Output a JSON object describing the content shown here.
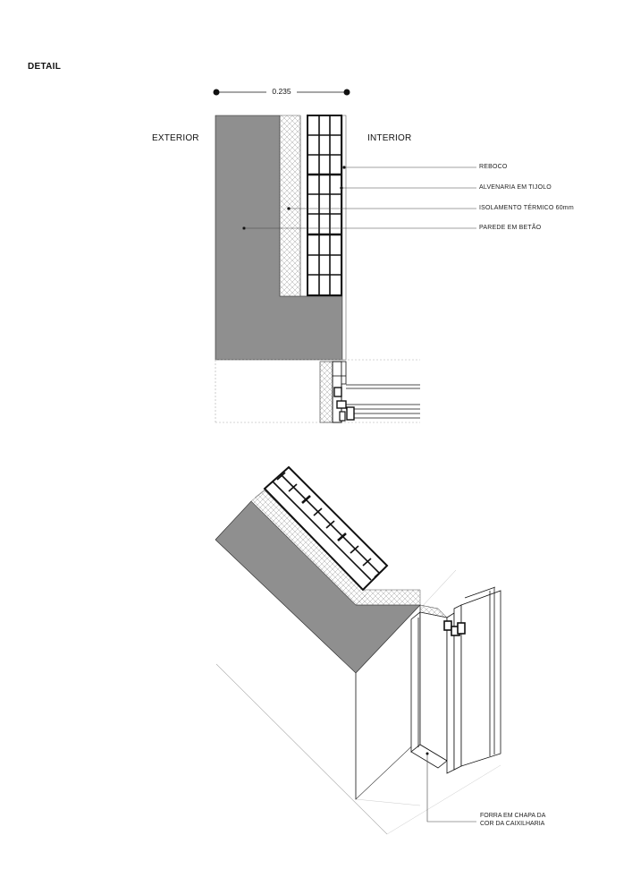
{
  "header": {
    "title": "DETAIL"
  },
  "section": {
    "dimension": "0.235",
    "exterior_label": "EXTERIOR",
    "interior_label": "INTERIOR",
    "callouts": [
      "REBOCO",
      "ALVENARIA EM TIJOLO",
      "ISOLAMENTO TÉRMICO 60mm",
      "PAREDE EM BETÃO"
    ]
  },
  "axonometric": {
    "note_line1": "FORRA EM CHAPA DA",
    "note_line2": "COR DA CAIXILHARIA"
  },
  "colors": {
    "concrete": "#8f8f8f",
    "line": "#111111",
    "hatch": "#9a9a9a"
  }
}
